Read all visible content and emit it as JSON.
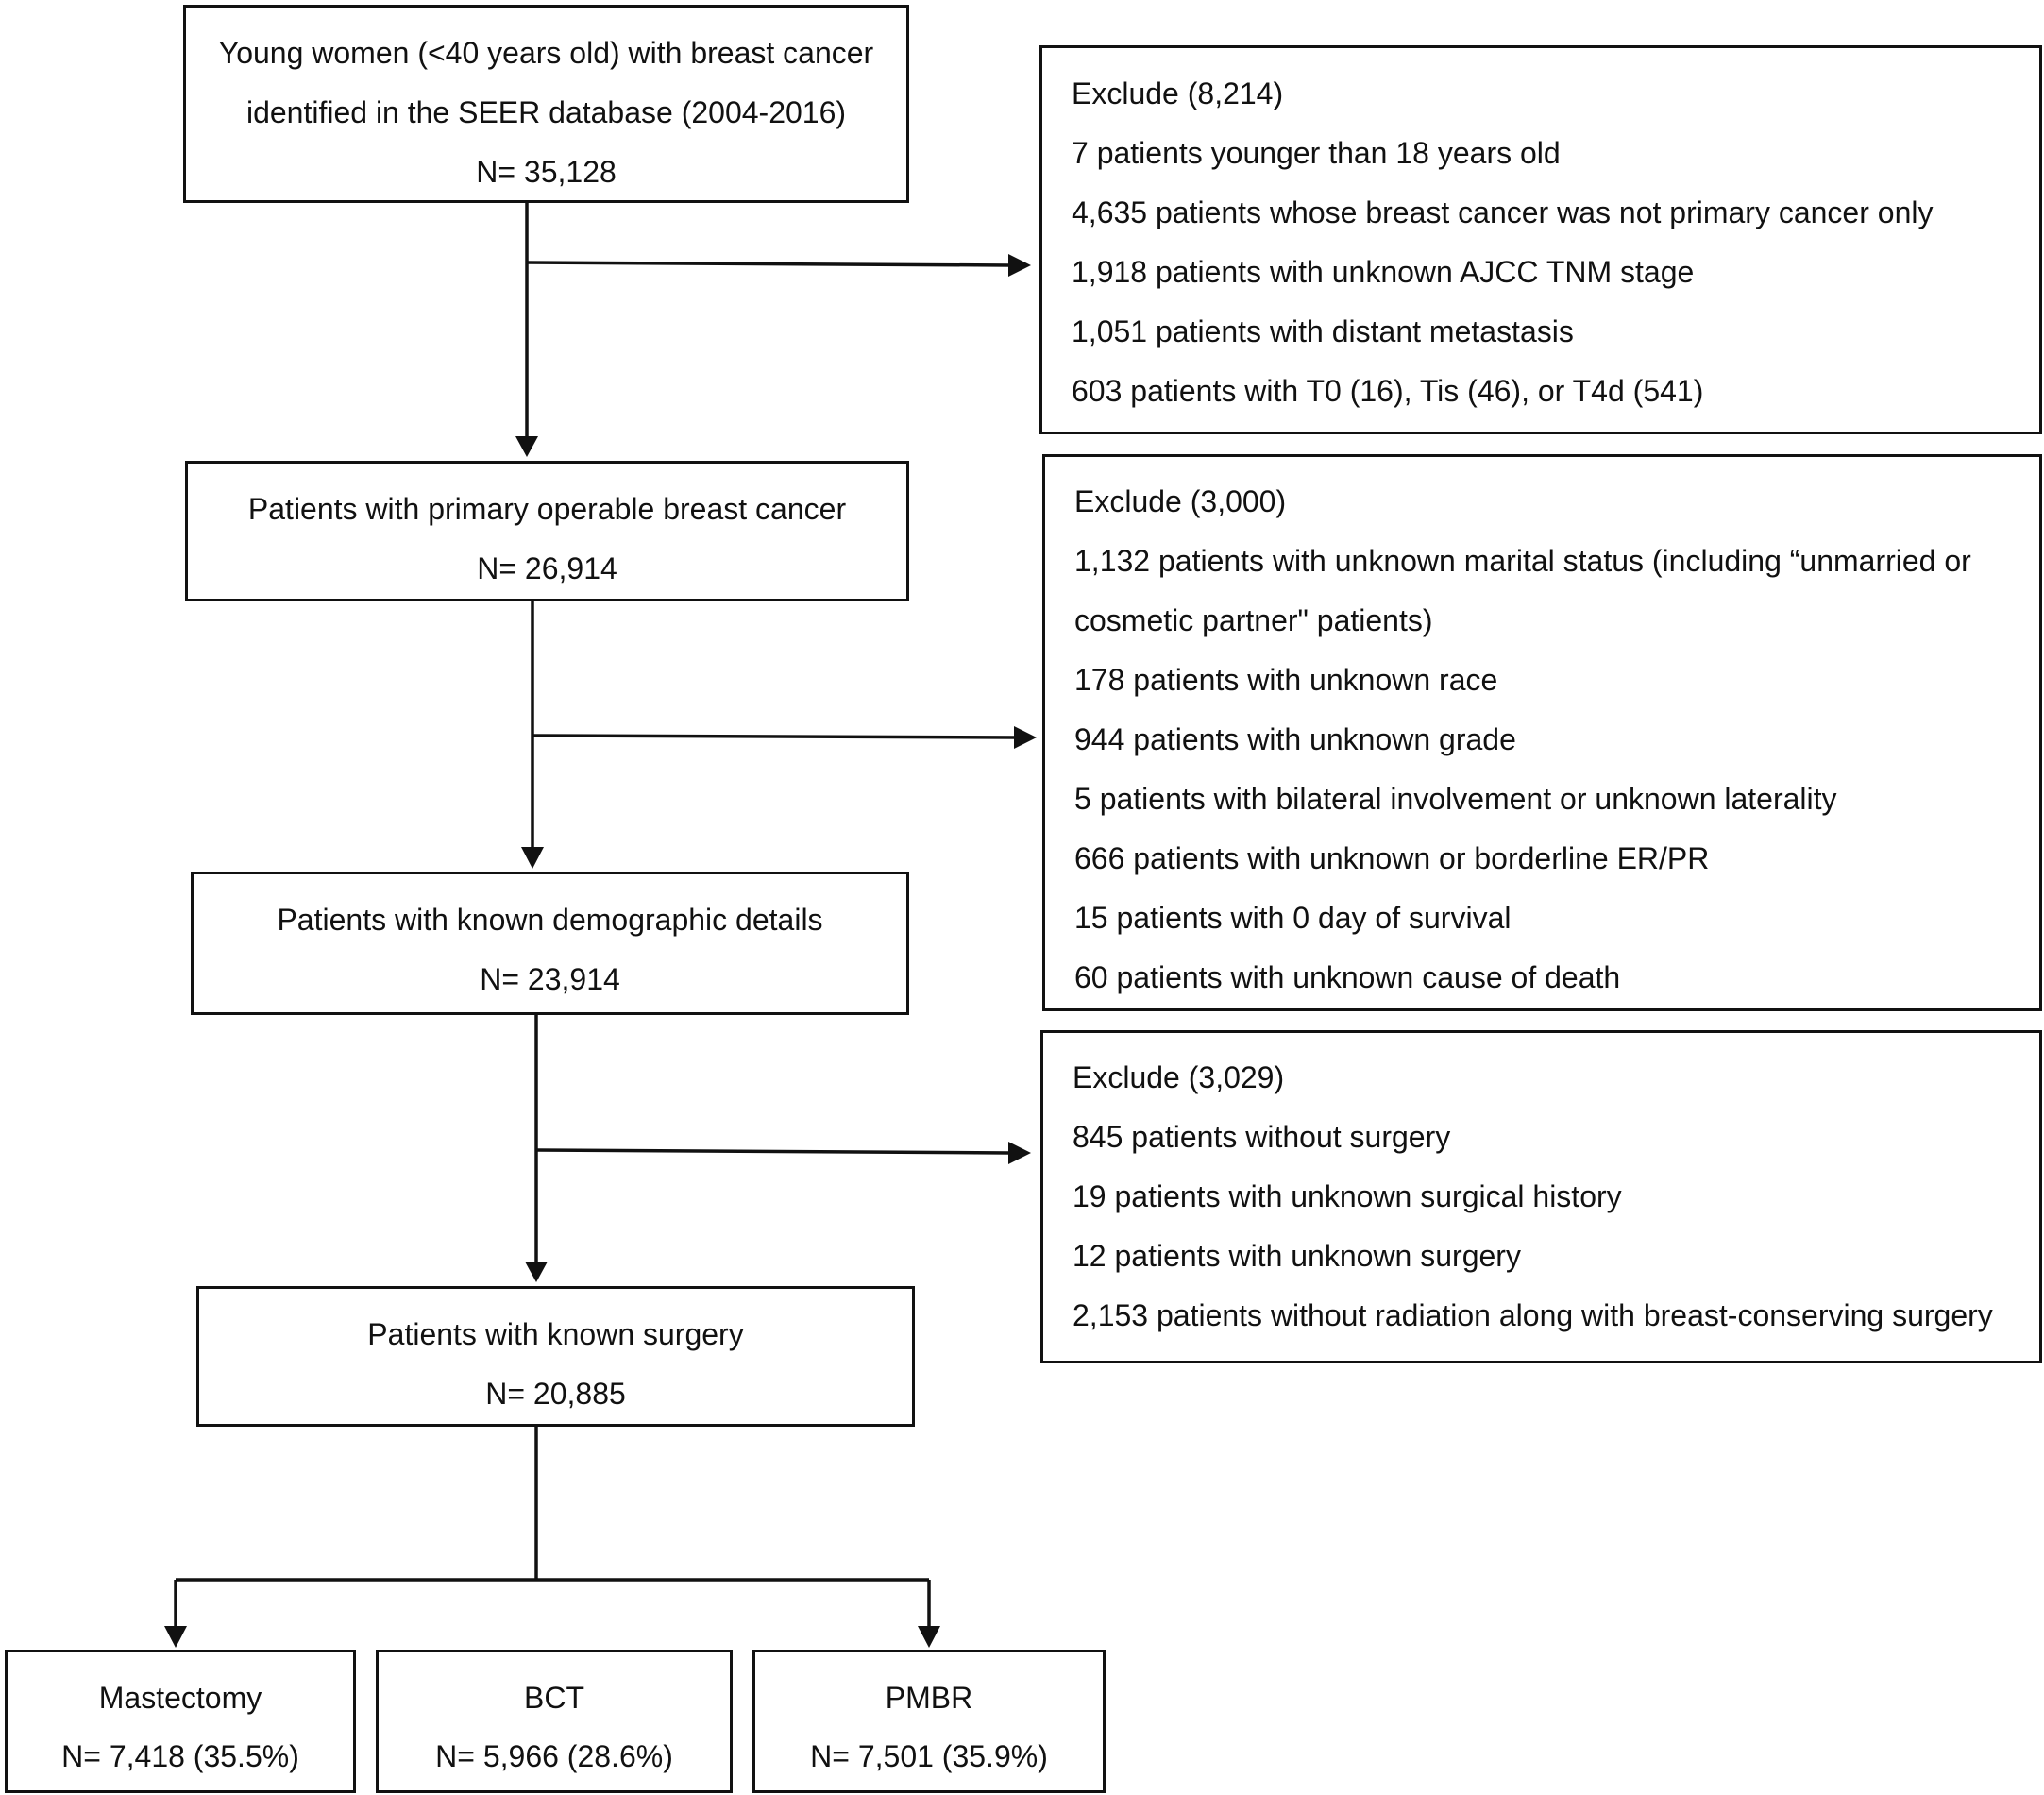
{
  "start": {
    "line1": "Young women (<40 years old) with breast cancer",
    "line2": "identified in the SEER database (2004-2016)",
    "count": "N= 35,128"
  },
  "operable": {
    "label": "Patients with primary operable breast cancer",
    "count": "N= 26,914"
  },
  "demographic": {
    "label": "Patients with known demographic details",
    "count": "N= 23,914"
  },
  "surgery": {
    "label": "Patients with known surgery",
    "count": "N= 20,885"
  },
  "exclusions": [
    {
      "title": "Exclude (8,214)",
      "items": [
        "7 patients younger than 18 years old",
        "4,635 patients whose breast cancer was not primary cancer only",
        "1,918 patients with unknown AJCC TNM stage",
        "1,051 patients with distant metastasis",
        "603 patients with T0 (16), Tis (46), or T4d (541)"
      ]
    },
    {
      "title": "Exclude (3,000)",
      "items": [
        "1,132 patients with unknown marital status (including “unmarried or",
        "cosmetic partner\" patients)",
        "178 patients with unknown race",
        "944 patients with unknown grade",
        "5 patients with bilateral involvement or unknown laterality",
        "666 patients with unknown or borderline ER/PR",
        "15 patients with 0 day of survival",
        "60 patients with unknown cause of death"
      ]
    },
    {
      "title": "Exclude (3,029)",
      "items": [
        "845 patients without surgery",
        "19 patients with unknown surgical history",
        "12 patients with unknown surgery",
        "2,153 patients without radiation along with breast-conserving surgery"
      ]
    }
  ],
  "groups": [
    {
      "label": "Mastectomy",
      "count": "N= 7,418 (35.5%)"
    },
    {
      "label": "BCT",
      "count": "N= 5,966 (28.6%)"
    },
    {
      "label": "PMBR",
      "count": "N= 7,501 (35.9%)"
    }
  ]
}
